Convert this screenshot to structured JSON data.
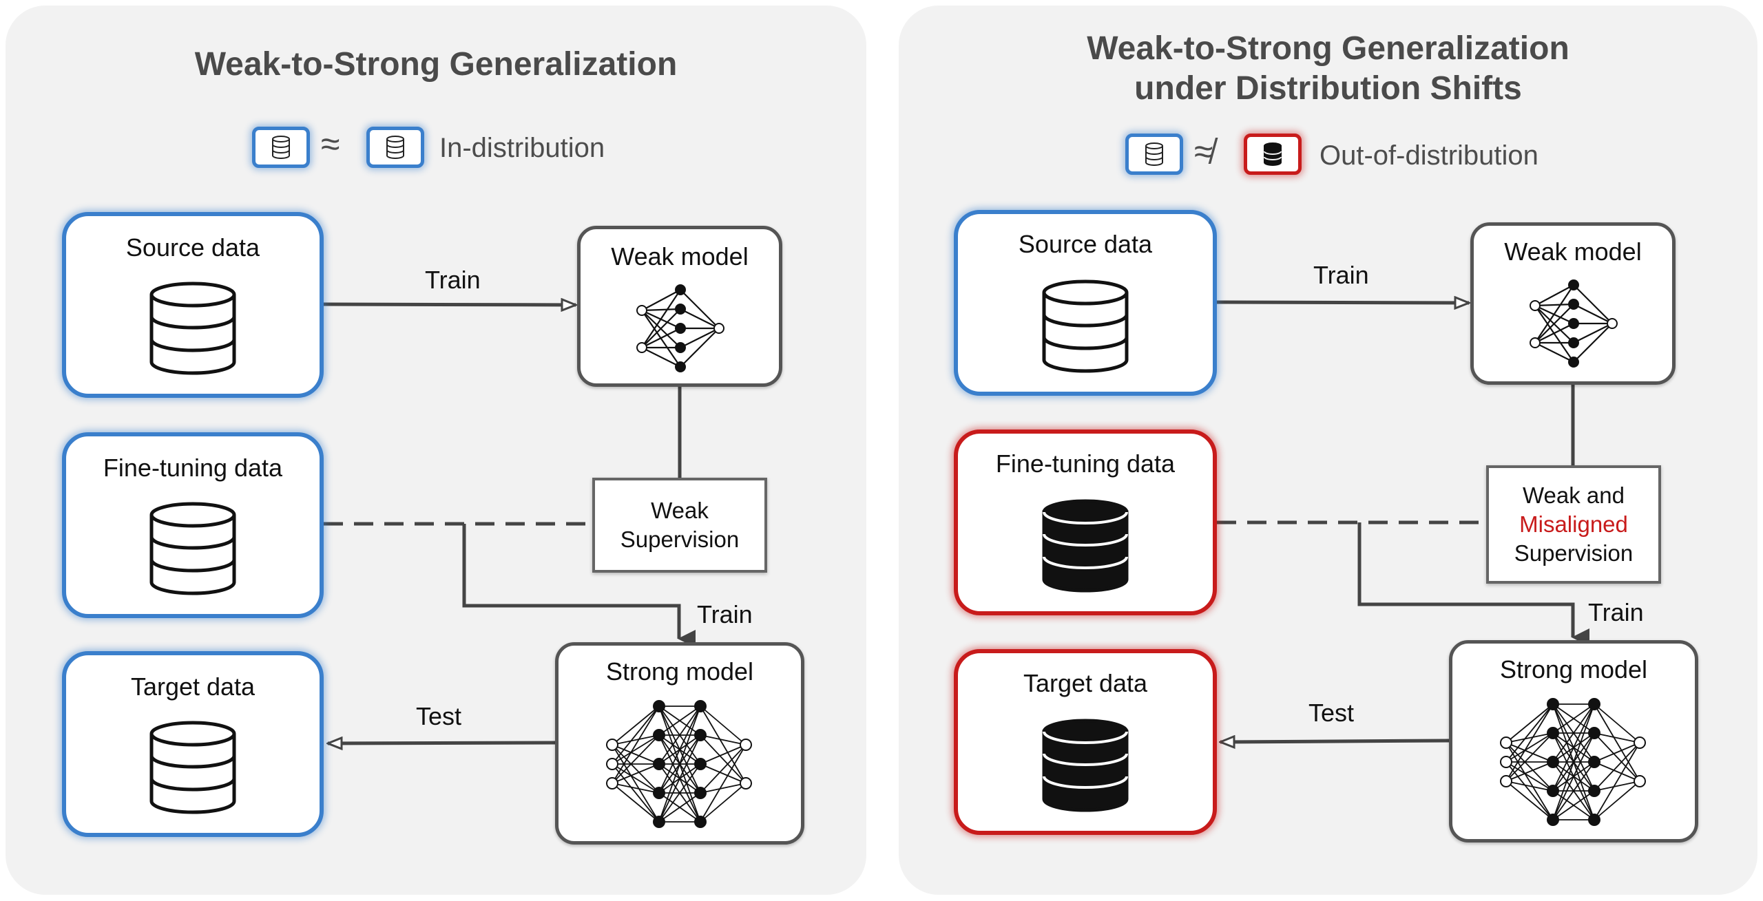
{
  "left": {
    "title": "Weak-to-Strong Generalization",
    "legend": {
      "relation_symbol": "≈",
      "text": "In-distribution"
    },
    "source_data": "Source data",
    "fine_tuning_data": "Fine-tuning data",
    "target_data": "Target data",
    "weak_model": "Weak model",
    "strong_model": "Strong model",
    "supervision": {
      "line1": "Weak",
      "line2": "Supervision"
    },
    "edges": {
      "train_weak": "Train",
      "train_strong": "Train",
      "test": "Test"
    }
  },
  "right": {
    "title_line1": "Weak-to-Strong Generalization",
    "title_line2": "under Distribution Shifts",
    "legend": {
      "relation_symbol": "≉",
      "text": "Out-of-distribution"
    },
    "source_data": "Source data",
    "fine_tuning_data": "Fine-tuning data",
    "target_data": "Target data",
    "weak_model": "Weak model",
    "strong_model": "Strong model",
    "supervision": {
      "line1": "Weak and",
      "line2": "Misaligned",
      "line3": "Supervision"
    },
    "edges": {
      "train_weak": "Train",
      "train_strong": "Train",
      "test": "Test"
    }
  },
  "colors": {
    "in_distribution_border": "#3a7fcc",
    "out_of_distribution_border": "#c81b1b",
    "model_border": "#555555",
    "misaligned_text": "#c81b1b"
  },
  "icons": {
    "dataset": "database-icon",
    "weak_model": "small-neural-network-icon",
    "strong_model": "large-neural-network-icon"
  }
}
